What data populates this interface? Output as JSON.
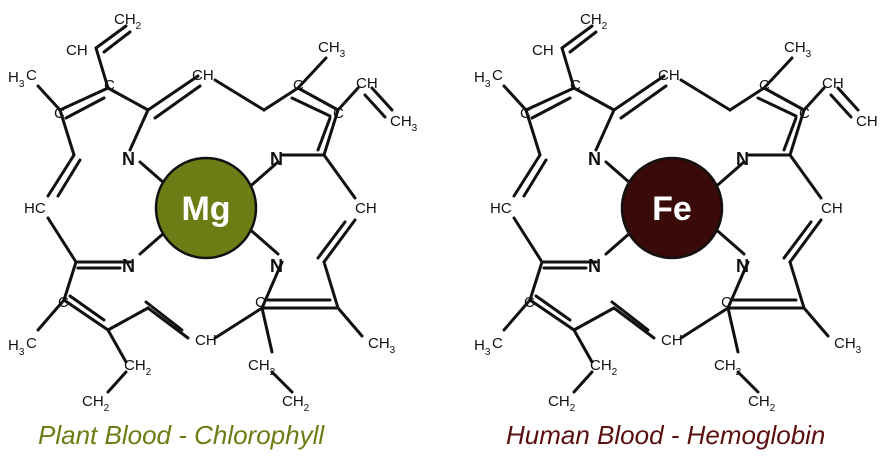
{
  "molecules": [
    {
      "id": "chlorophyll",
      "metal_symbol": "Mg",
      "metal_color": "#6b7d14",
      "caption": "Plant Blood - Chlorophyll",
      "caption_color": "#6b7d14",
      "atoms": {
        "n_tl": "N",
        "n_tr": "N",
        "n_bl": "N",
        "n_br": "N",
        "ch_top": "CH",
        "hc_left": "HC",
        "ch_right": "CH",
        "ch_bottom": "CH",
        "c_tl1": "C",
        "c_tl2": "C",
        "c_tr1": "C",
        "c_tr2": "C",
        "c_bl": "C",
        "c_br": "C",
        "vinyl_tl_ch": "CH",
        "vinyl_tl_ch2": "CH",
        "vinyl_tl_ch2_sub": "2",
        "methyl_tl": "H",
        "methyl_tl_sub": "3",
        "methyl_tl_c": "C",
        "methyl_tr": "CH",
        "methyl_tr_sub": "3",
        "vinyl_tr_ch": "CH",
        "vinyl_tr_ch3": "CH",
        "vinyl_tr_ch3_sub": "3",
        "methyl_bl": "H",
        "methyl_bl_sub": "3",
        "methyl_bl_c": "C",
        "methyl_br": "CH",
        "methyl_br_sub": "3",
        "ethyl_bl_ch2a": "CH",
        "ethyl_bl_ch2a_sub": "2",
        "ethyl_bl_ch2b": "CH",
        "ethyl_bl_ch2b_sub": "2",
        "ethyl_br_ch2a": "CH",
        "ethyl_br_ch2a_sub": "2",
        "ethyl_br_ch2b": "CH",
        "ethyl_br_ch2b_sub": "2"
      }
    },
    {
      "id": "hemoglobin",
      "metal_symbol": "Fe",
      "metal_color": "#3a0a08",
      "caption": "Human Blood - Hemoglobin",
      "caption_color": "#5a1010",
      "atoms": {
        "n_tl": "N",
        "n_tr": "N",
        "n_bl": "N",
        "n_br": "N",
        "ch_top": "CH",
        "hc_left": "HC",
        "ch_right": "CH",
        "ch_bottom": "CH",
        "c_tl1": "C",
        "c_tl2": "C",
        "c_tr1": "C",
        "c_tr2": "C",
        "c_bl": "C",
        "c_br": "C",
        "vinyl_tl_ch": "CH",
        "vinyl_tl_ch2": "CH",
        "vinyl_tl_ch2_sub": "2",
        "methyl_tl": "H",
        "methyl_tl_sub": "3",
        "methyl_tl_c": "C",
        "methyl_tr": "CH",
        "methyl_tr_sub": "3",
        "vinyl_tr_ch": "CH",
        "vinyl_tr_ch3": "CH",
        "vinyl_tr_ch3_sub": "",
        "methyl_bl": "H",
        "methyl_bl_sub": "3",
        "methyl_bl_c": "C",
        "methyl_br": "CH",
        "methyl_br_sub": "3",
        "ethyl_bl_ch2a": "CH",
        "ethyl_bl_ch2a_sub": "2",
        "ethyl_bl_ch2b": "CH",
        "ethyl_bl_ch2b_sub": "2",
        "ethyl_br_ch2a": "CH",
        "ethyl_br_ch2a_sub": "2",
        "ethyl_br_ch2b": "CH",
        "ethyl_br_ch2b_sub": "2"
      }
    }
  ]
}
